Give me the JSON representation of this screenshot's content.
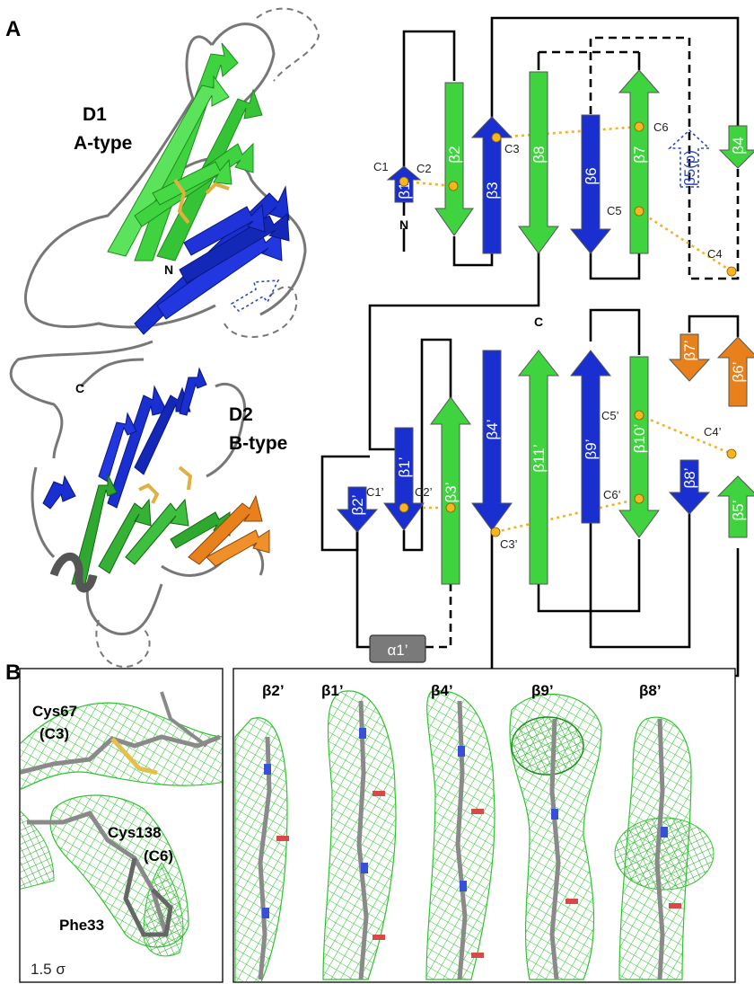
{
  "panels": {
    "a_label": "A",
    "b_label": "B"
  },
  "ribbon": {
    "d1_line1": "D1",
    "d1_line2": "A-type",
    "d2_line1": "D2",
    "d2_line2": "B-type",
    "n_term": "N",
    "c_term": "C"
  },
  "topology": {
    "d1_strands": [
      "β1",
      "β2",
      "β3",
      "β8",
      "β6",
      "β7",
      "β5(p)",
      "β4"
    ],
    "d2_strands": [
      "β2’",
      "β1’",
      "β3’",
      "β4’",
      "β11’",
      "β9’",
      "β10’",
      "β8’",
      "β7’",
      "β6’",
      "β5’"
    ],
    "helix": "α1’",
    "n_term": "N",
    "c_term": "C",
    "cysteines": [
      "C1",
      "C2",
      "C3",
      "C6",
      "C5",
      "C4",
      "C1’",
      "C2’",
      "C3’",
      "C5’",
      "C4’",
      "C6’"
    ]
  },
  "density": {
    "left_labels": [
      "Cys67",
      "(C3)",
      "Cys138",
      "(C6)",
      "Phe33"
    ],
    "sigma": "1.5 σ",
    "right_labels": [
      "β2’",
      "β1’",
      "β4’",
      "β9’",
      "β8’"
    ]
  },
  "colors": {
    "blue_strand": "#1a2fd0",
    "green_strand": "#3fd43f",
    "orange_strand": "#e8801c",
    "helix": "#7a7a7a",
    "disulfide": "#f2b322",
    "mesh": "#2ec42e"
  }
}
